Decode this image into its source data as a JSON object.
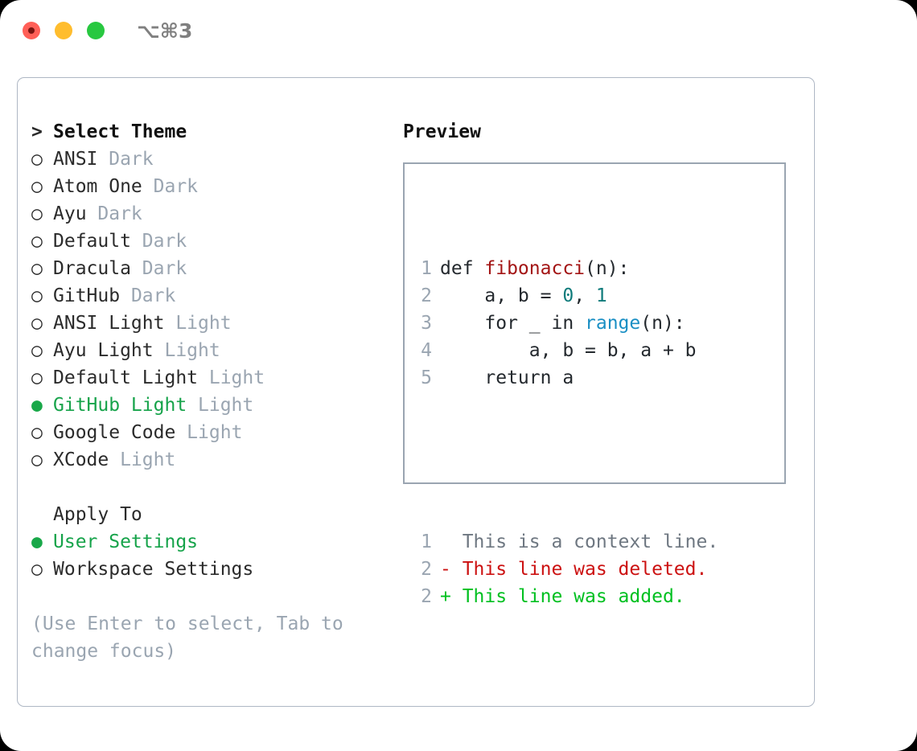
{
  "titlebar": {
    "shortcut": "⌥⌘3",
    "buttons": {
      "close": "close",
      "minimize": "minimize",
      "maximize": "maximize"
    }
  },
  "theme_list": {
    "heading_marker": "> ",
    "heading": "Select Theme",
    "items": [
      {
        "marker": "○ ",
        "label": "ANSI",
        "tag": " Dark",
        "selected": false
      },
      {
        "marker": "○ ",
        "label": "Atom One",
        "tag": " Dark",
        "selected": false
      },
      {
        "marker": "○ ",
        "label": "Ayu",
        "tag": " Dark",
        "selected": false
      },
      {
        "marker": "○ ",
        "label": "Default",
        "tag": " Dark",
        "selected": false
      },
      {
        "marker": "○ ",
        "label": "Dracula",
        "tag": " Dark",
        "selected": false
      },
      {
        "marker": "○ ",
        "label": "GitHub",
        "tag": " Dark",
        "selected": false
      },
      {
        "marker": "○ ",
        "label": "ANSI Light",
        "tag": " Light",
        "selected": false
      },
      {
        "marker": "○ ",
        "label": "Ayu Light",
        "tag": " Light",
        "selected": false
      },
      {
        "marker": "○ ",
        "label": "Default Light",
        "tag": " Light",
        "selected": false
      },
      {
        "marker": "● ",
        "label": "GitHub Light",
        "tag": " Light",
        "selected": true
      },
      {
        "marker": "○ ",
        "label": "Google Code",
        "tag": " Light",
        "selected": false
      },
      {
        "marker": "○ ",
        "label": "XCode",
        "tag": " Light",
        "selected": false
      }
    ]
  },
  "apply_to": {
    "heading_marker": "  ",
    "heading": "Apply To",
    "items": [
      {
        "marker": "● ",
        "label": "User Settings",
        "selected": true
      },
      {
        "marker": "○ ",
        "label": "Workspace Settings",
        "selected": false
      }
    ]
  },
  "hint": "(Use Enter to select, Tab to change focus)",
  "preview": {
    "title": "Preview",
    "code_lines": [
      {
        "n": "1",
        "segments": [
          {
            "text": "def ",
            "kind": "plain"
          },
          {
            "text": "fibonacci",
            "kind": "func"
          },
          {
            "text": "(n):",
            "kind": "plain"
          }
        ]
      },
      {
        "n": "2",
        "segments": [
          {
            "text": "    a, b = ",
            "kind": "plain"
          },
          {
            "text": "0",
            "kind": "num"
          },
          {
            "text": ", ",
            "kind": "plain"
          },
          {
            "text": "1",
            "kind": "num"
          }
        ]
      },
      {
        "n": "3",
        "segments": [
          {
            "text": "    for _ in ",
            "kind": "plain"
          },
          {
            "text": "range",
            "kind": "call"
          },
          {
            "text": "(n):",
            "kind": "plain"
          }
        ]
      },
      {
        "n": "4",
        "segments": [
          {
            "text": "        a, b = b, a + b",
            "kind": "plain"
          }
        ]
      },
      {
        "n": "5",
        "segments": [
          {
            "text": "    return a",
            "kind": "plain"
          }
        ]
      }
    ],
    "diff_lines": [
      {
        "n": "1",
        "segments": [
          {
            "text": "  This is a context line.",
            "kind": "ctx"
          }
        ]
      },
      {
        "n": "2",
        "segments": [
          {
            "text": "- This line was deleted.",
            "kind": "del"
          }
        ]
      },
      {
        "n": "2",
        "segments": [
          {
            "text": "+ This line was added.",
            "kind": "add"
          }
        ]
      }
    ]
  },
  "colors": {
    "selected_green": "#16a34a",
    "muted_gray": "#9aa5b1",
    "diff_add": "#00c020",
    "diff_del": "#cc1111",
    "func_red": "#a31515",
    "call_blue": "#1a8fc4",
    "num_teal": "#0f7b7b",
    "border": "#aeb7c4"
  }
}
